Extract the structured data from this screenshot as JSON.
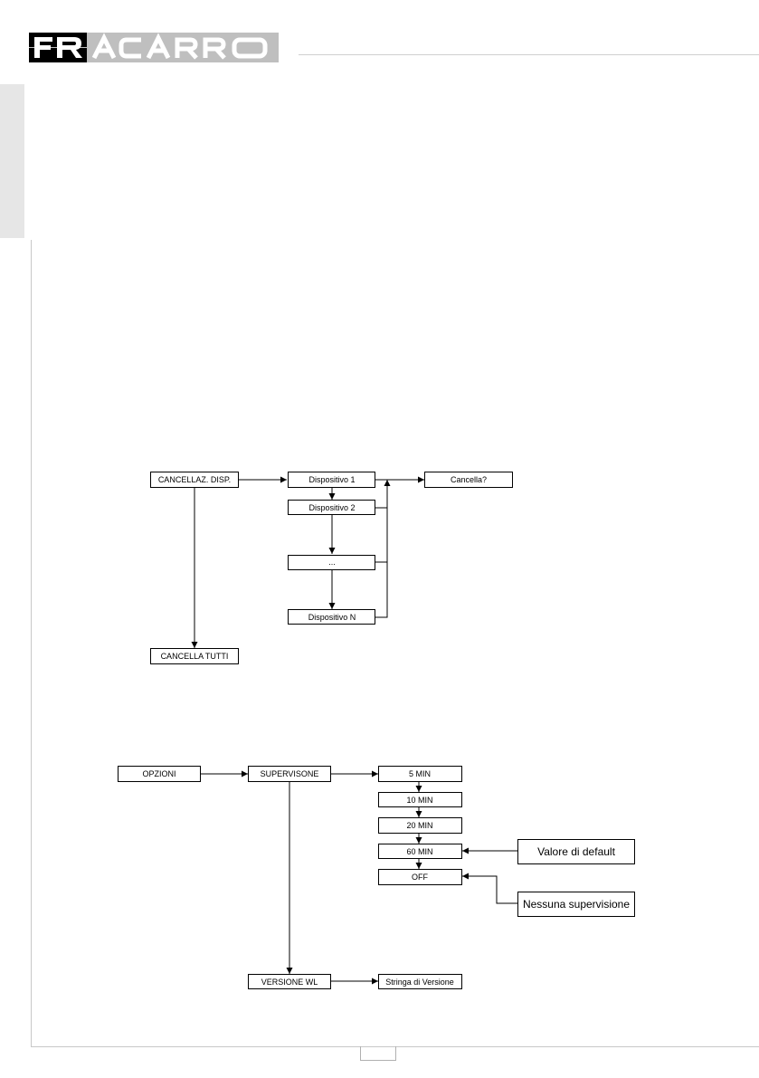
{
  "brand": {
    "logo_text": "FRACARRO"
  },
  "diagram1": {
    "nodes": {
      "cancellaz": "CANCELLAZ. DISP.",
      "disp1": "Dispositivo 1",
      "disp2": "Dispositivo 2",
      "dots": "...",
      "dispn": "Dispositivo N",
      "cancella": "Cancella?",
      "cancella_tutti": "CANCELLA TUTTI"
    }
  },
  "diagram2": {
    "nodes": {
      "opzioni": "OPZIONI",
      "supervisone": "SUPERVISONE",
      "m5": "5 MIN",
      "m10": "10 MIN",
      "m20": "20 MIN",
      "m60": "60 MIN",
      "off": "OFF",
      "default": "Valore di default",
      "nessuna": "Nessuna supervisione",
      "versione": "VERSIONE WL",
      "stringa": "Stringa di Versione"
    }
  }
}
